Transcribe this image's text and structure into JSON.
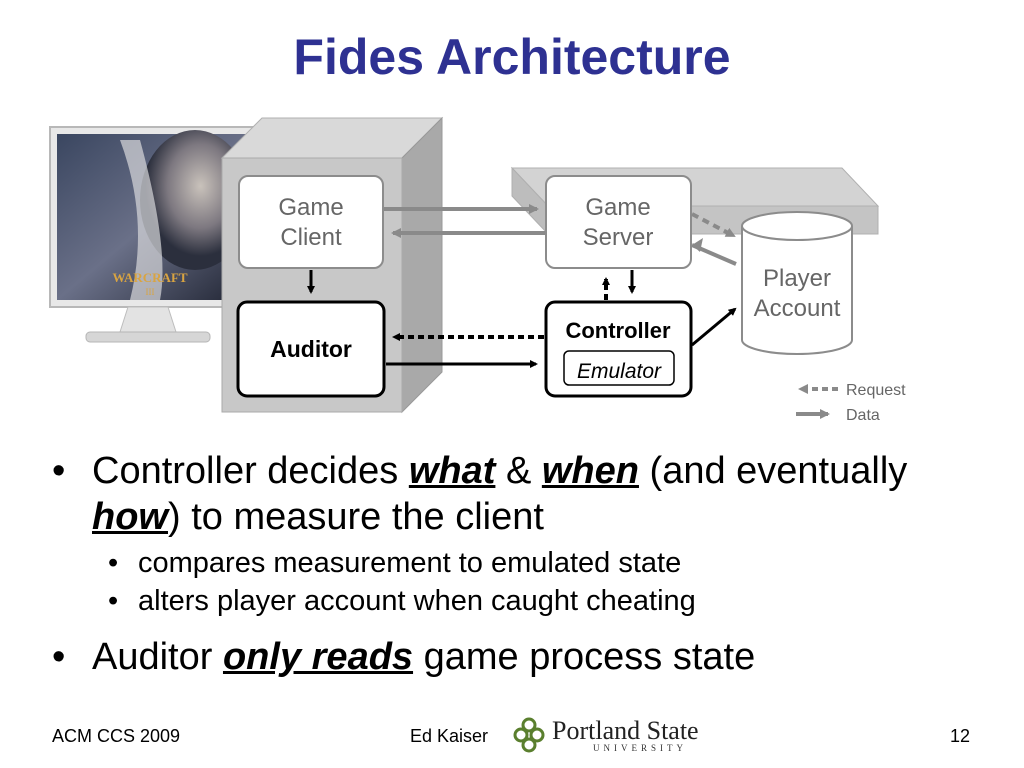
{
  "slide": {
    "title": "Fides Architecture"
  },
  "diagram": {
    "game_client": [
      "Game",
      "Client"
    ],
    "game_server": [
      "Game",
      "Server"
    ],
    "player_account": [
      "Player",
      "Account"
    ],
    "auditor": "Auditor",
    "controller": "Controller",
    "emulator": "Emulator",
    "legend": {
      "request": "Request",
      "data": "Data"
    },
    "monitor_logo": "WARCRAFT",
    "monitor_logo_sub": "III"
  },
  "bullets": [
    {
      "parts": [
        "Controller decides ",
        "what",
        " & ",
        "when",
        "  (and eventually ",
        "how",
        ") to measure the client"
      ]
    },
    {
      "text": "compares measurement to emulated state"
    },
    {
      "text": "alters player account when caught cheating"
    },
    {
      "parts": [
        "Auditor ",
        "only reads",
        " game process state"
      ]
    }
  ],
  "footer": {
    "left": "ACM CCS 2009",
    "center": "Ed Kaiser",
    "logo_name": "Portland State",
    "logo_sub": "UNIVERSITY",
    "page": "12"
  },
  "colors": {
    "title": "#2e3192",
    "panel": "#c8c8c8",
    "arrow_gray": "#8a8a8a",
    "box_border_gray": "#8c8c8c"
  }
}
